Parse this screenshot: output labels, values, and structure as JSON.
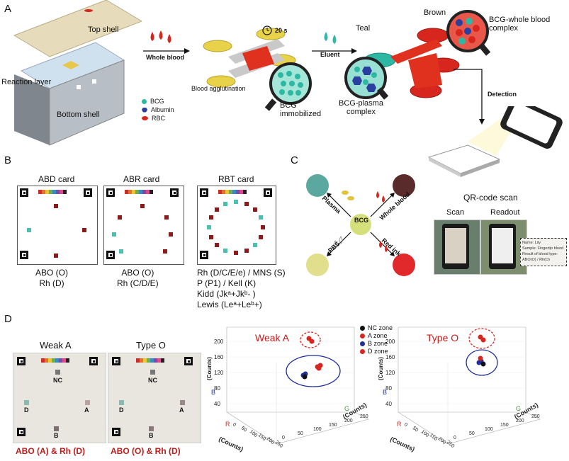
{
  "panel_a": {
    "letter": "A",
    "top_shell": "Top shell",
    "reaction_layer": "Reaction layer",
    "bottom_shell": "Bottom shell",
    "whole_blood": "Whole blood",
    "timer": "20 s",
    "blood_agglutination": "Blood agglutination",
    "bcg_immobilized": "BCG\nimmobilized",
    "eluent": "Eluent",
    "teal": "Teal",
    "brown": "Brown",
    "bcg_whole_blood": "BCG-whole blood\ncomplex",
    "bcg_plasma": "BCG-plasma\ncomplex",
    "detection": "Detection",
    "legend": [
      {
        "label": "BCG",
        "color": "#2db8a3"
      },
      {
        "label": "Albumin",
        "color": "#2a3f9e"
      },
      {
        "label": "RBC",
        "color": "#d7261e"
      }
    ]
  },
  "panel_b": {
    "letter": "B",
    "cards": [
      {
        "title": "ABD card",
        "caption": [
          "ABO (O)",
          "Rh (D)"
        ]
      },
      {
        "title": "ABR card",
        "caption": [
          "ABO (O)",
          "Rh (C/D/E)"
        ]
      },
      {
        "title": "RBT card",
        "caption": [
          "Rh (D/C/E/e) / MNS (S)",
          "P (P1) / Kell (K)",
          "Kidd (Jkᵃ+Jkᵇ- )",
          "Lewis (Leᵃ+Leᵇ+)"
        ]
      }
    ]
  },
  "panel_c": {
    "letter": "C",
    "center": "BCG",
    "plasma": "Plasma",
    "whole_blood": "Whole blood",
    "pbs": "PBS",
    "red_ink": "Red ink",
    "qr_title": "QR-code scan",
    "scan": "Scan",
    "readout": "Readout",
    "readout_lines": [
      "Name: Lily",
      "Sample: Fingertip blood",
      "Result of blood type:",
      "ABO(O) / Rh(D)"
    ]
  },
  "panel_d": {
    "letter": "D",
    "photos": [
      {
        "title": "Weak A",
        "nc": "NC",
        "a": "A",
        "d": "D",
        "b": "B",
        "caption": "ABO (A) & Rh (D)"
      },
      {
        "title": "Type O",
        "nc": "NC",
        "a": "A",
        "d": "D",
        "b": "B",
        "caption": "ABO (O) & Rh (D)"
      }
    ],
    "legend": [
      "NC zone",
      "A zone",
      "B zone",
      "D zone"
    ],
    "legend_colors": [
      "#111111",
      "#d7261e",
      "#1f2f9a",
      "#d7261e"
    ],
    "plot1_title": "Weak A",
    "plot2_title": "Type O",
    "axis_counts": "(Counts)",
    "axis_r": "R",
    "axis_g": "G",
    "axis_b": "B",
    "z_ticks": [
      "200",
      "160",
      "120",
      "80",
      "40"
    ],
    "x_ticks": [
      "0",
      "50",
      "100",
      "150",
      "200",
      "250"
    ],
    "y_ticks": [
      "0",
      "50",
      "100",
      "150",
      "200",
      "250"
    ]
  },
  "colors": {
    "card_red": "#8b1a1a",
    "card_teal": "#4dbfae",
    "accent_red": "#c41a1a"
  }
}
